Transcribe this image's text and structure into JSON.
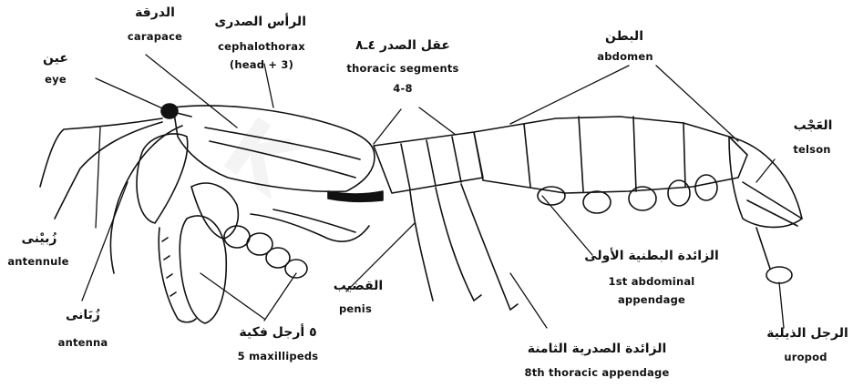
{
  "labels": {
    "carapace_ar": "الدرقة",
    "carapace_en": "carapace",
    "cephalothorax_ar": "الرأس الصدرى",
    "cephalothorax_en": "cephalothorax",
    "cephalothorax_sub": "(head + 3)",
    "thoracic_ar": "عقل الصدر ٤ـ٨",
    "thoracic_en": "thoracic segments",
    "thoracic_range": "4-8",
    "abdomen_ar": "البطن",
    "abdomen_en": "abdomen",
    "eye_ar": "عين",
    "eye_en": "eye",
    "telson_ar": "العَجْب",
    "telson_en": "telson",
    "antennule_ar": "زُبيْنى",
    "antennule_en": "antennule",
    "antenna_ar": "زُبَانى",
    "antenna_en": "antenna",
    "maxillipeds_ar": "٥ أرجل فكية",
    "maxillipeds_en": "5 maxillipeds",
    "penis_ar": "القضيب",
    "penis_en": "penis",
    "abd_app_ar": "الزائدة البطنية الأولى",
    "abd_app_en1": "1st abdominal",
    "abd_app_en2": "appendage",
    "thor_app_ar": "الزائدة الصدرية الثامنة",
    "thor_app_en": "8th thoracic appendage",
    "uropod_ar": "الرجل الذيلية",
    "uropod_en": "uropod"
  }
}
